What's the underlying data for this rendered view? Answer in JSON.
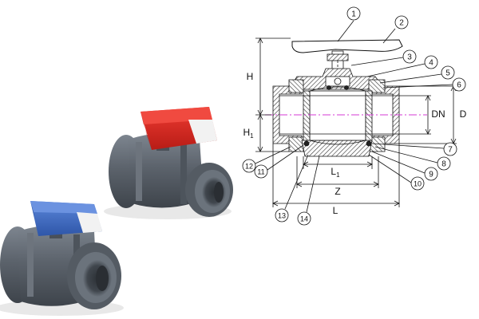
{
  "callouts": [
    "1",
    "2",
    "3",
    "4",
    "5",
    "6",
    "7",
    "8",
    "9",
    "10",
    "11",
    "12",
    "13",
    "14"
  ],
  "dimensions": {
    "H": "H",
    "H1_main": "H",
    "H1_sub": "1",
    "L1_main": "L",
    "L1_sub": "1",
    "Z": "Z",
    "L": "L",
    "DN": "DN",
    "D": "D"
  },
  "colors": {
    "pvc_body": "#5f6670",
    "pvc_highlight": "#8a929c",
    "red_handle": "#d42a22",
    "blue_handle": "#3f6fc9",
    "centerline": "#d63ad6",
    "hatch": "#333333"
  }
}
